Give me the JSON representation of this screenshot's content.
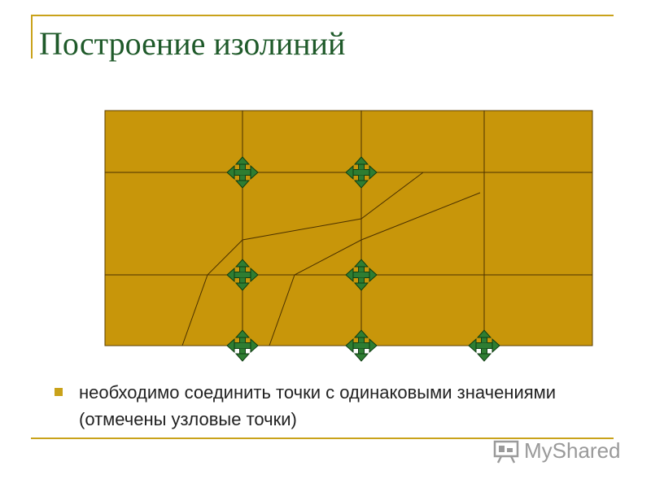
{
  "slide": {
    "title": "Построение изолиний",
    "bullet_text": "необходимо соединить точки с одинаковыми значениями (отмечены узловые точки)",
    "watermark": "MyShared"
  },
  "colors": {
    "accent": "#c9a21a",
    "title": "#1f5a2a",
    "grid_fill": "#c8960a",
    "marker": "#2e7d32"
  },
  "icons": {
    "node_marker": "four-way-move-arrows-icon",
    "watermark_logo": "presentation-board-icon"
  }
}
